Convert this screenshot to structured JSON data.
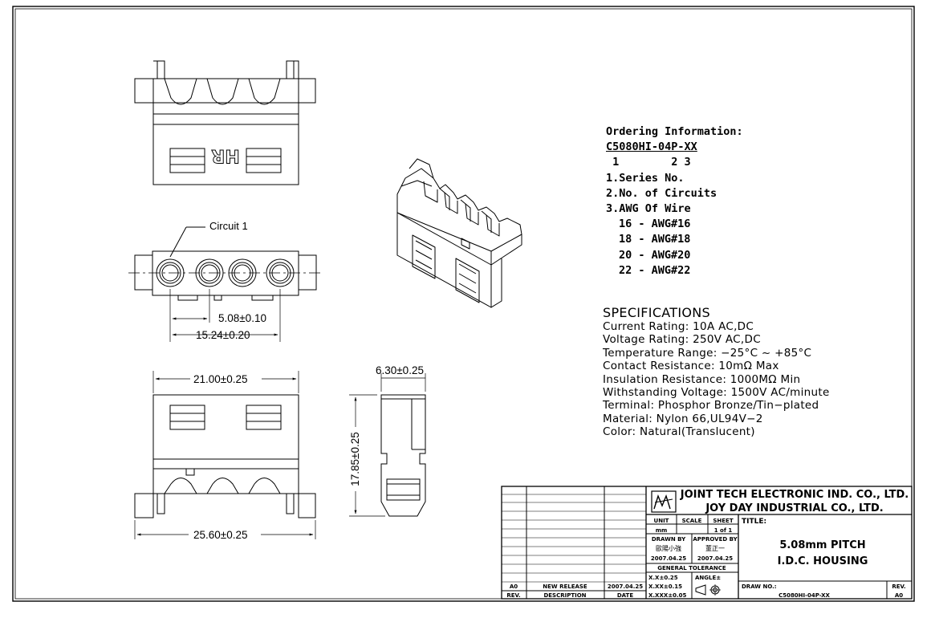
{
  "drawing": {
    "labels": {
      "circuit1": "Circuit 1",
      "logo_text": "HR",
      "pitch_dim": "5.08±0.10",
      "span_dim": "15.24±0.20",
      "width_top": "21.00±0.25",
      "width_bottom": "25.60±0.25",
      "depth_dim": "6.30±0.25",
      "height_dim": "17.85±0.25"
    }
  },
  "ordering": {
    "heading": "Ordering Information:",
    "part_prefix": "C5080HI-04P-",
    "part_suffix": "XX",
    "index_row": " 1        2 3",
    "items": [
      "1.Series No.",
      "2.No. of Circuits",
      "3.AWG Of Wire"
    ],
    "awg": [
      "16 - AWG#16",
      "18 - AWG#18",
      "20 - AWG#20",
      "22 - AWG#22"
    ]
  },
  "specifications": {
    "heading": "SPECIFICATIONS",
    "lines": [
      "Current Rating: 10A AC,DC",
      "Voltage Rating: 250V AC,DC",
      "Temperature Range: −25°C ~ +85°C",
      "Contact Resistance: 10mΩ Max",
      "Insulation Resistance: 1000MΩ Min",
      "Withstanding Voltage: 1500V AC/minute",
      "Terminal: Phosphor Bronze/Tin−plated",
      "Material: Nylon 66,UL94V−2",
      "Color: Natural(Translucent)"
    ]
  },
  "title_block": {
    "company_line1": "JOINT TECH ELECTRONIC IND. CO., LTD.",
    "company_line2": "JOY DAY INDUSTRIAL CO., LTD.",
    "unit_label": "UNIT",
    "unit_value": "mm",
    "scale_label": "SCALE",
    "sheet_label": "SHEET",
    "sheet_value": "1 of 1",
    "drawn_by_label": "DRAWN BY",
    "drawn_by_name": "歐陽小強",
    "drawn_date": "2007.04.25",
    "approved_by_label": "APPROVED BY",
    "approved_by_name": "董正一",
    "approved_date": "2007.04.25",
    "general_tolerance_label": "GENERAL TOLERANCE",
    "tolerances": [
      "X.X±0.25",
      "X.XX±0.15",
      "X.XXX±0.05"
    ],
    "angle_label": "ANGLE±",
    "title_label": "TITLE:",
    "title_line1": "5.08mm PITCH",
    "title_line2": "I.D.C. HOUSING",
    "drawing_no_label": "DRAW NO.:",
    "drawing_no": "C5080HI-04P-XX",
    "rev_label": "REV.",
    "rev_value": "A0",
    "revision_row": {
      "rev": "A0",
      "description": "NEW RELEASE",
      "date": "2007.04.25"
    },
    "header_rev": "REV.",
    "header_description": "DESCRIPTION",
    "header_date": "DATE"
  }
}
